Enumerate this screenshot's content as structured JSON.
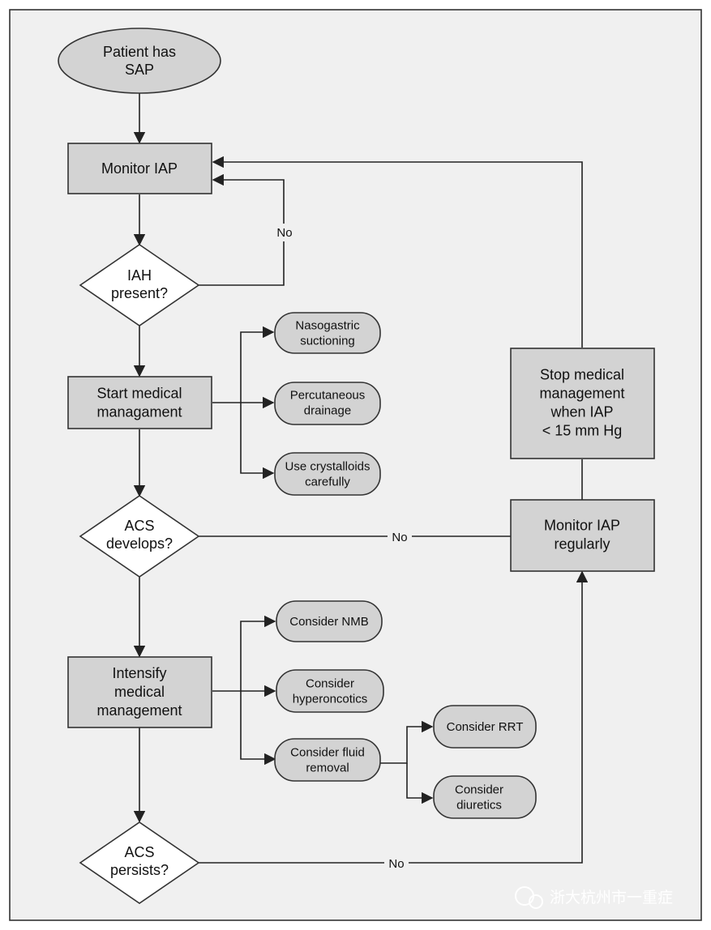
{
  "nodes": {
    "start": "Patient has\nSAP",
    "monitor_iap": "Monitor IAP",
    "iah_present": "IAH\npresent?",
    "start_medical": "Start medical\nmanagament",
    "nasogastric": "Nasogastric\nsuctioning",
    "percutaneous": "Percutaneous\ndrainage",
    "crystalloids": "Use crystalloids\ncarefully",
    "acs_develops": "ACS\ndevelops?",
    "intensify": "Intensify\nmedical\nmanagement",
    "consider_nmb": "Consider NMB",
    "consider_hyperoncotics": "Consider\nhyperoncotics",
    "consider_fluid_removal": "Consider fluid\nremoval",
    "consider_rrt": "Consider RRT",
    "consider_diuretics": "Consider\ndiuretics",
    "acs_persists": "ACS\npersists?",
    "monitor_regularly": "Monitor IAP\nregularly",
    "stop_medical": "Stop medical\nmanagement\nwhen IAP\n< 15 mm Hg"
  },
  "edge_labels": {
    "iah_no": "No",
    "acs_develops_no": "No",
    "acs_persists_no": "No"
  },
  "watermark": "浙大杭州市一重症",
  "colors": {
    "box_fill": "#d3d3d3",
    "diamond_fill": "#ffffff",
    "stroke": "#333333"
  }
}
